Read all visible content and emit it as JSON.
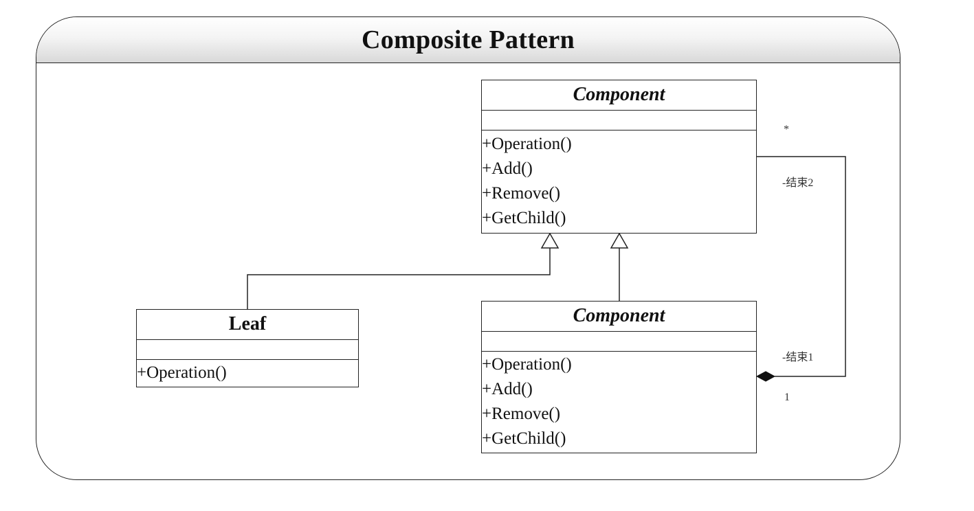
{
  "title": "Composite Pattern",
  "component": {
    "name": "Component",
    "operations": [
      "+Operation()",
      "+Add()",
      "+Remove()",
      "+GetChild()"
    ]
  },
  "leaf": {
    "name": "Leaf",
    "operations": [
      "+Operation()"
    ]
  },
  "composite": {
    "name": "Component",
    "operations": [
      "+Operation()",
      "+Add()",
      "+Remove()",
      "+GetChild()"
    ]
  },
  "association": {
    "multiplicity_component": "*",
    "role_component": "-结束2",
    "role_composite": "-结束1",
    "multiplicity_composite": "1"
  }
}
